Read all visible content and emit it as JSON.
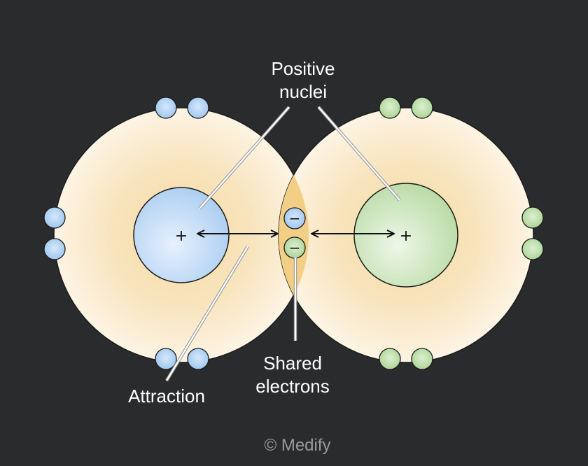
{
  "diagram": {
    "labels": {
      "positive_nuclei_line1": "Positive",
      "positive_nuclei_line2": "nuclei",
      "shared_electrons_line1": "Shared",
      "shared_electrons_line2": "electrons",
      "attraction": "Attraction"
    },
    "nucleus_sign": "+",
    "electron_sign": "−",
    "copyright": "© Medify",
    "colors": {
      "background": "#2a2b2d",
      "atom_fill": "#fbeed2",
      "overlap_fill": "#f3cf86",
      "left_atom_accent": "#a9cdf3",
      "right_atom_accent": "#b9dca6",
      "label_text": "#ffffff",
      "copyright_text": "#9a9a9a"
    }
  }
}
